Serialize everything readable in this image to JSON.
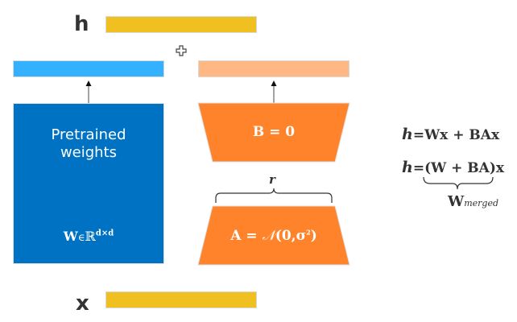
{
  "labels": {
    "output": "h",
    "input": "x",
    "plus": "✚"
  },
  "pretrained": {
    "title_line1": "Pretrained",
    "title_line2": "weights",
    "math_W": "W",
    "math_in": "∈",
    "math_R": "ℝ",
    "math_dim": "d×d"
  },
  "lora": {
    "B_label": "B = 0",
    "A_prefix": "A = ",
    "A_N": "𝒩",
    "A_args": "(0,σ",
    "A_sq": "2",
    "A_close": ")",
    "rank_label": "r"
  },
  "equations": {
    "eq1_h": "h",
    "eq1_rhs": "=Wx + BAx",
    "eq2_h": "h",
    "eq2_rhs_main": "=(W + BA)x",
    "merged_W": "W",
    "merged_sub": "merged"
  },
  "colors": {
    "h_bar": "#f0c020",
    "x_bar": "#f0c020",
    "pretrained_out": "#33b1ff",
    "pretrained_box": "#0072c3",
    "lora_out": "#ffb784",
    "lora_box": "#ff832b",
    "arrow": "#555555",
    "text_dark": "#333333"
  }
}
